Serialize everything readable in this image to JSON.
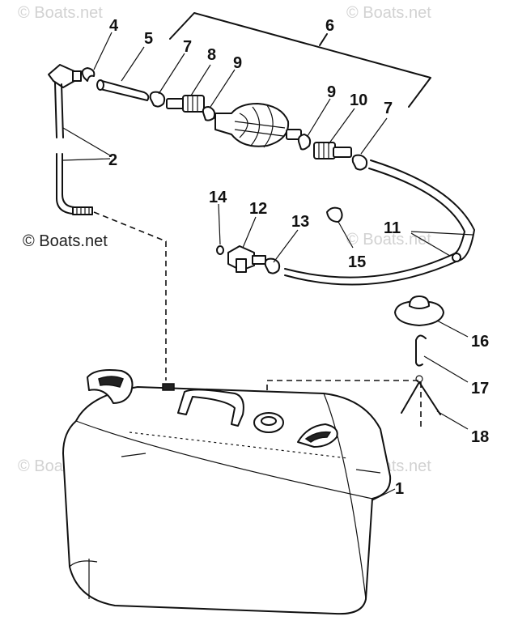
{
  "watermarks": {
    "top_left": "© Boats.net",
    "top_right": "© Boats.net",
    "middle_left": "© Boats.net",
    "middle_right": "© Boats.net",
    "lower_left": "© Boats.net",
    "lower_right": "© Boats.net"
  },
  "callouts": {
    "c1": "1",
    "c2": "2",
    "c4": "4",
    "c5": "5",
    "c6": "6",
    "c7a": "7",
    "c7b": "7",
    "c8": "8",
    "c9a": "9",
    "c9b": "9",
    "c10": "10",
    "c11": "11",
    "c12": "12",
    "c13": "13",
    "c14": "14",
    "c15": "15",
    "c16": "16",
    "c17": "17",
    "c18": "18"
  }
}
